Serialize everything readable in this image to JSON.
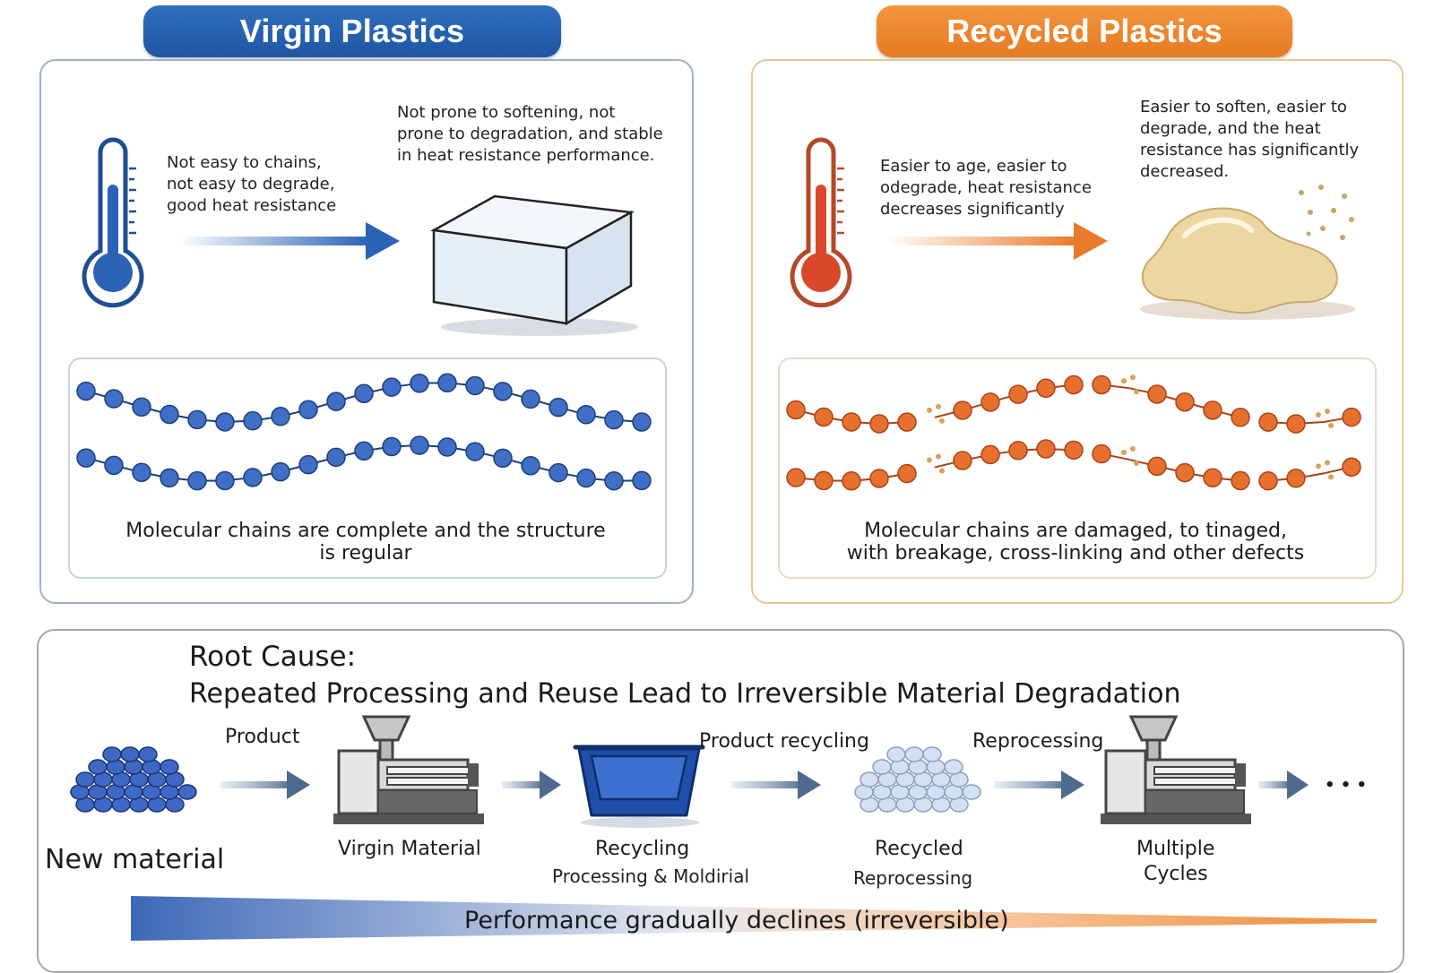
{
  "virgin": {
    "title": "Virgin Plastics",
    "thermo_note": "Not easy to chains,\nnot easy to degrade,\ngood heat resistance",
    "result_note": "Not prone to softening, not\nprone to degradation, and stable\nin heat resistance performance.",
    "chain_caption": "Molecular chains are complete and the structure\nis regular",
    "colors": {
      "accent": "#1e56a3",
      "bead": "#3f6fc6"
    }
  },
  "recycled": {
    "title": "Recycled Plastics",
    "thermo_note": "Easier to age, easier to\nodegrade, heat resistance\ndecreases significantly",
    "result_note": "Easier to soften, easier to\ndegrade, and the heat\nresistance has significantly\ndecreased.",
    "chain_caption": "Molecular chains are damaged, to tinaged,\nwith breakage, cross-linking and other defects",
    "colors": {
      "accent": "#e57a22",
      "bead": "#e8702e"
    }
  },
  "root_cause": {
    "title": "Root Cause:",
    "subtitle": "Repeated Processing and Reuse Lead to Irreversible Material Degradation",
    "arrow_labels": {
      "product": "Product",
      "product_recycling": "Product recycling",
      "reprocessing": "Reprocessing"
    },
    "stages": {
      "new_material": "New material",
      "virgin_material": "Virgin Material",
      "recycling": "Recycling",
      "recycling_sub": "Processing & Moldirial",
      "recycled": "Recycled",
      "recycled_sub": "Reprocessing",
      "multiple": "Multiple",
      "cycles": "Cycles",
      "ellipsis": "• • •"
    },
    "performance_bar": "Performance gradually declines (irreversible)",
    "icons": [
      "pellet-pile-icon",
      "injection-machine-icon",
      "plastic-tray-icon",
      "recycled-pellet-icon",
      "thermometer-icon",
      "ice-cube-icon",
      "melted-blob-icon"
    ]
  }
}
